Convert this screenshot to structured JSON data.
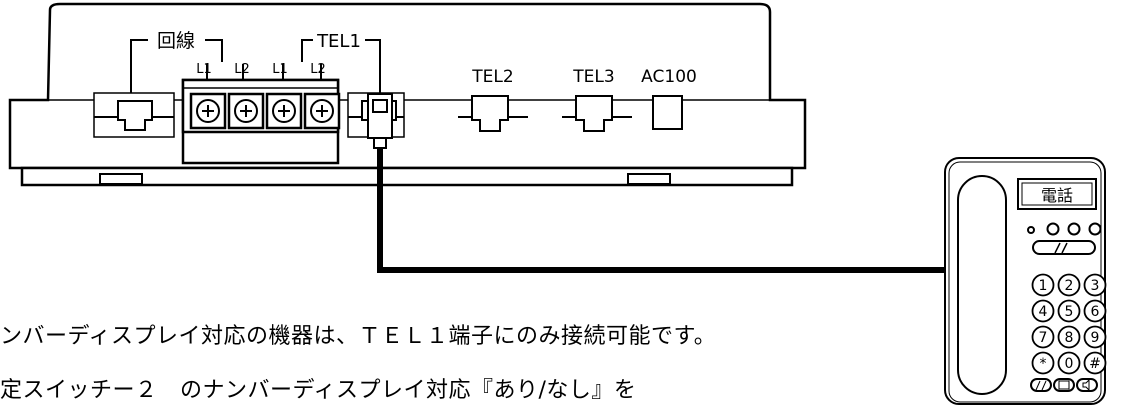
{
  "unit": {
    "labels": {
      "line_group": "回線",
      "tel1_group": "TEL1",
      "l1_a": "L1",
      "l2_a": "L2",
      "l1_b": "L1",
      "l2_b": "L2",
      "tel2": "TEL2",
      "tel3": "TEL3",
      "ac100": "AC100"
    }
  },
  "telephone": {
    "display_label": "電話",
    "keypad": [
      "1",
      "2",
      "3",
      "4",
      "5",
      "6",
      "7",
      "8",
      "9",
      "*",
      "0",
      "#"
    ]
  },
  "captions": [
    "ンバーディスプレイ対応の機器は、ＴＥＬ１端子にのみ接続可能です。",
    "定スイッチー２　のナンバーディスプレイ対応『あり/なし』を"
  ]
}
